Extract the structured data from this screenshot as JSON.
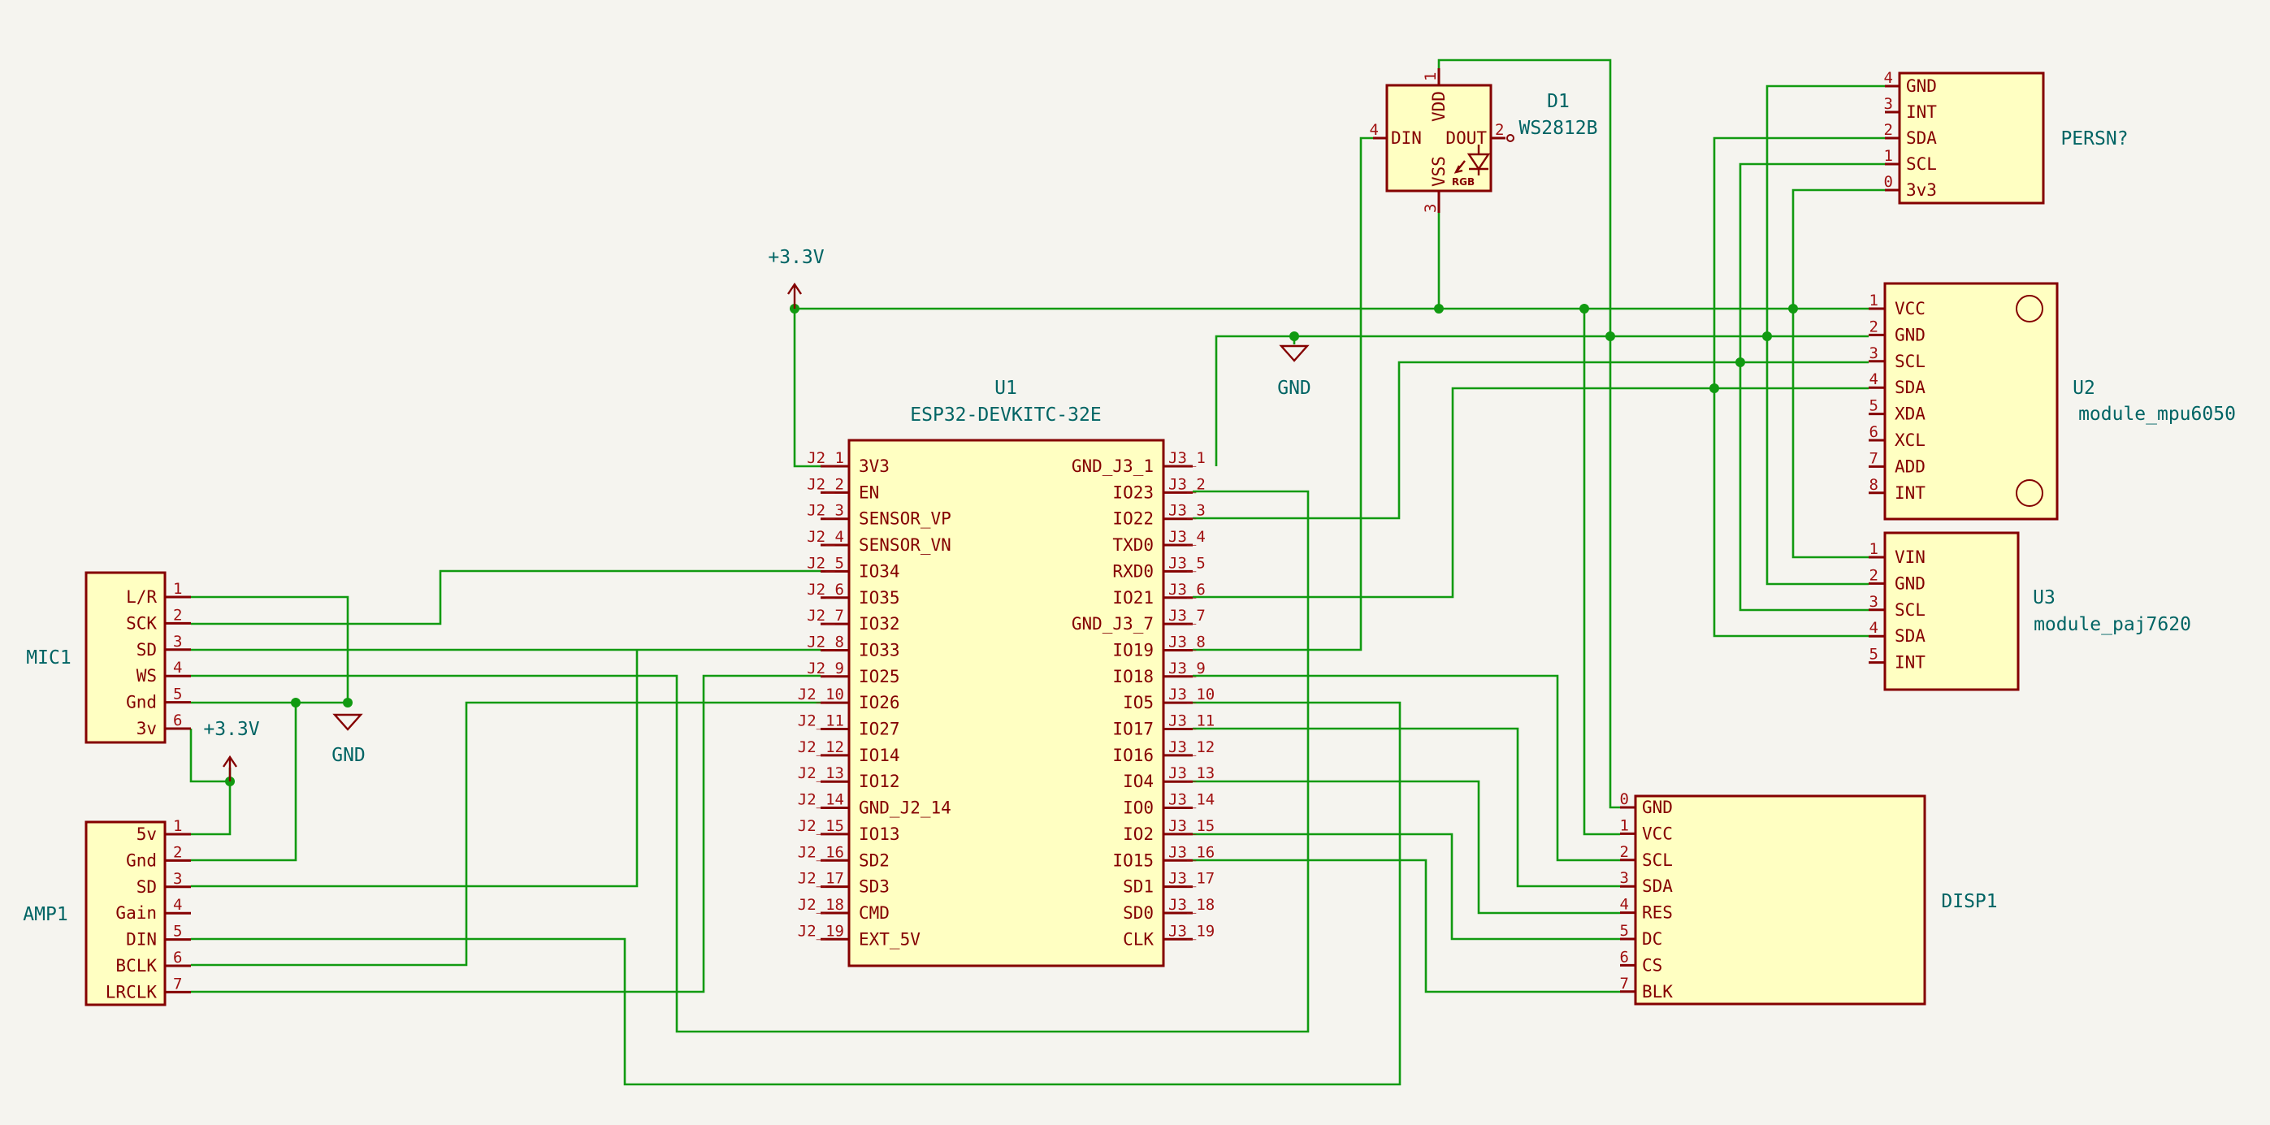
{
  "colors": {
    "wire": "#119a11",
    "component_fill": "#ffffc2",
    "component_stroke": "#840000",
    "label": "#006464"
  },
  "power_labels": {
    "p33_top": "+3.3V",
    "p33_mic": "+3.3V",
    "gnd_center": "GND",
    "gnd_mic": "GND"
  },
  "components": [
    {
      "id": "u1",
      "ref": "U1",
      "value": "ESP32-DEVKITC-32E",
      "left_pins": [
        {
          "num": "J2_1",
          "name": "3V3"
        },
        {
          "num": "J2_2",
          "name": "EN"
        },
        {
          "num": "J2_3",
          "name": "SENSOR_VP"
        },
        {
          "num": "J2_4",
          "name": "SENSOR_VN"
        },
        {
          "num": "J2_5",
          "name": "IO34"
        },
        {
          "num": "J2_6",
          "name": "IO35"
        },
        {
          "num": "J2_7",
          "name": "IO32"
        },
        {
          "num": "J2_8",
          "name": "IO33"
        },
        {
          "num": "J2_9",
          "name": "IO25"
        },
        {
          "num": "J2_10",
          "name": "IO26"
        },
        {
          "num": "J2_11",
          "name": "IO27"
        },
        {
          "num": "J2_12",
          "name": "IO14"
        },
        {
          "num": "J2_13",
          "name": "IO12"
        },
        {
          "num": "J2_14",
          "name": "GND_J2_14"
        },
        {
          "num": "J2_15",
          "name": "IO13"
        },
        {
          "num": "J2_16",
          "name": "SD2"
        },
        {
          "num": "J2_17",
          "name": "SD3"
        },
        {
          "num": "J2_18",
          "name": "CMD"
        },
        {
          "num": "J2_19",
          "name": "EXT_5V"
        }
      ],
      "right_pins": [
        {
          "num": "J3_1",
          "name": "GND_J3_1"
        },
        {
          "num": "J3_2",
          "name": "IO23"
        },
        {
          "num": "J3_3",
          "name": "IO22"
        },
        {
          "num": "J3_4",
          "name": "TXD0"
        },
        {
          "num": "J3_5",
          "name": "RXD0"
        },
        {
          "num": "J3_6",
          "name": "IO21"
        },
        {
          "num": "J3_7",
          "name": "GND_J3_7"
        },
        {
          "num": "J3_8",
          "name": "IO19"
        },
        {
          "num": "J3_9",
          "name": "IO18"
        },
        {
          "num": "J3_10",
          "name": "IO5"
        },
        {
          "num": "J3_11",
          "name": "IO17"
        },
        {
          "num": "J3_12",
          "name": "IO16"
        },
        {
          "num": "J3_13",
          "name": "IO4"
        },
        {
          "num": "J3_14",
          "name": "IO0"
        },
        {
          "num": "J3_15",
          "name": "IO2"
        },
        {
          "num": "J3_16",
          "name": "IO15"
        },
        {
          "num": "J3_17",
          "name": "SD1"
        },
        {
          "num": "J3_18",
          "name": "SD0"
        },
        {
          "num": "J3_19",
          "name": "CLK"
        }
      ]
    },
    {
      "id": "mic1",
      "ref": "MIC1",
      "pins": [
        {
          "num": "1",
          "name": "L/R"
        },
        {
          "num": "2",
          "name": "SCK"
        },
        {
          "num": "3",
          "name": "SD"
        },
        {
          "num": "4",
          "name": "WS"
        },
        {
          "num": "5",
          "name": "Gnd"
        },
        {
          "num": "6",
          "name": "3v"
        }
      ]
    },
    {
      "id": "amp1",
      "ref": "AMP1",
      "pins": [
        {
          "num": "1",
          "name": "5v"
        },
        {
          "num": "2",
          "name": "Gnd"
        },
        {
          "num": "3",
          "name": "SD"
        },
        {
          "num": "4",
          "name": "Gain"
        },
        {
          "num": "5",
          "name": "DIN"
        },
        {
          "num": "6",
          "name": "BCLK"
        },
        {
          "num": "7",
          "name": "LRCLK"
        }
      ]
    },
    {
      "id": "d1",
      "ref": "D1",
      "value": "WS2812B",
      "pins": [
        {
          "num": "1",
          "name": "VDD"
        },
        {
          "num": "2",
          "name": "DOUT"
        },
        {
          "num": "3",
          "name": "VSS"
        },
        {
          "num": "4",
          "name": "DIN"
        }
      ],
      "marking": "RGB"
    },
    {
      "id": "persn",
      "ref": "PERSN?",
      "pins": [
        {
          "num": "4",
          "name": "GND"
        },
        {
          "num": "3",
          "name": "INT"
        },
        {
          "num": "2",
          "name": "SDA"
        },
        {
          "num": "1",
          "name": "SCL"
        },
        {
          "num": "0",
          "name": "3v3"
        }
      ]
    },
    {
      "id": "u2",
      "ref": "U2",
      "value": "module_mpu6050",
      "pins": [
        {
          "num": "1",
          "name": "VCC"
        },
        {
          "num": "2",
          "name": "GND"
        },
        {
          "num": "3",
          "name": "SCL"
        },
        {
          "num": "4",
          "name": "SDA"
        },
        {
          "num": "5",
          "name": "XDA"
        },
        {
          "num": "6",
          "name": "XCL"
        },
        {
          "num": "7",
          "name": "ADD"
        },
        {
          "num": "8",
          "name": "INT"
        }
      ]
    },
    {
      "id": "u3",
      "ref": "U3",
      "value": "module_paj7620",
      "pins": [
        {
          "num": "1",
          "name": "VIN"
        },
        {
          "num": "2",
          "name": "GND"
        },
        {
          "num": "3",
          "name": "SCL"
        },
        {
          "num": "4",
          "name": "SDA"
        },
        {
          "num": "5",
          "name": "INT"
        }
      ]
    },
    {
      "id": "disp1",
      "ref": "DISP1",
      "pins": [
        {
          "num": "0",
          "name": "GND"
        },
        {
          "num": "1",
          "name": "VCC"
        },
        {
          "num": "2",
          "name": "SCL"
        },
        {
          "num": "3",
          "name": "SDA"
        },
        {
          "num": "4",
          "name": "RES"
        },
        {
          "num": "5",
          "name": "DC"
        },
        {
          "num": "6",
          "name": "CS"
        },
        {
          "num": "7",
          "name": "BLK"
        }
      ]
    }
  ]
}
